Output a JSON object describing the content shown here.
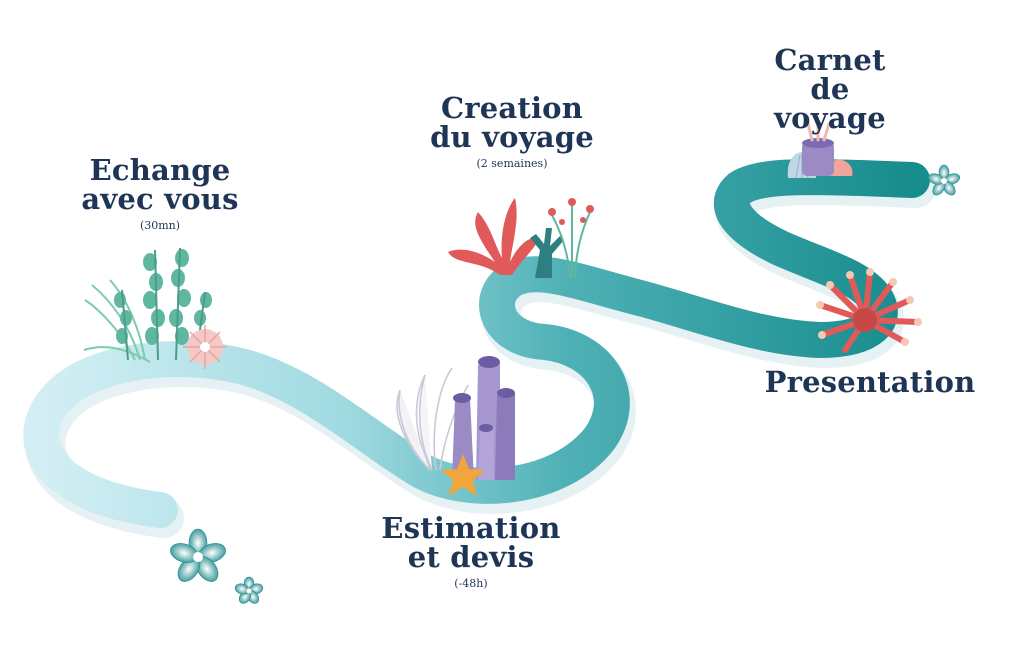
{
  "steps": [
    {
      "line1": "Echange",
      "line2": "avec vous",
      "sub": "(30mn)"
    },
    {
      "line1": "Estimation",
      "line2": "et devis",
      "sub": "(-48h)"
    },
    {
      "line1": "Creation",
      "line2": "du voyage",
      "sub": "(2 semaines)"
    },
    {
      "line1": "Presentation",
      "line2": "",
      "sub": ""
    },
    {
      "line1": "Carnet",
      "line2": "de voyage",
      "sub": ""
    }
  ],
  "colors": {
    "text": "#1f3556",
    "path_start": "#d3eff5",
    "path_end": "#178c8d",
    "coral_red": "#e05a5a",
    "coral_purple": "#9b8ac4",
    "seaweed_green": "#62b9a3",
    "starfish": "#f2a53a"
  },
  "icons": [
    "seaweed-icon",
    "sea-urchin-icon",
    "fan-coral-icon",
    "tube-sponge-icon",
    "starfish-icon",
    "red-coral-icon",
    "branch-coral-icon",
    "anemone-icon",
    "shell-icon",
    "flower-icon"
  ]
}
